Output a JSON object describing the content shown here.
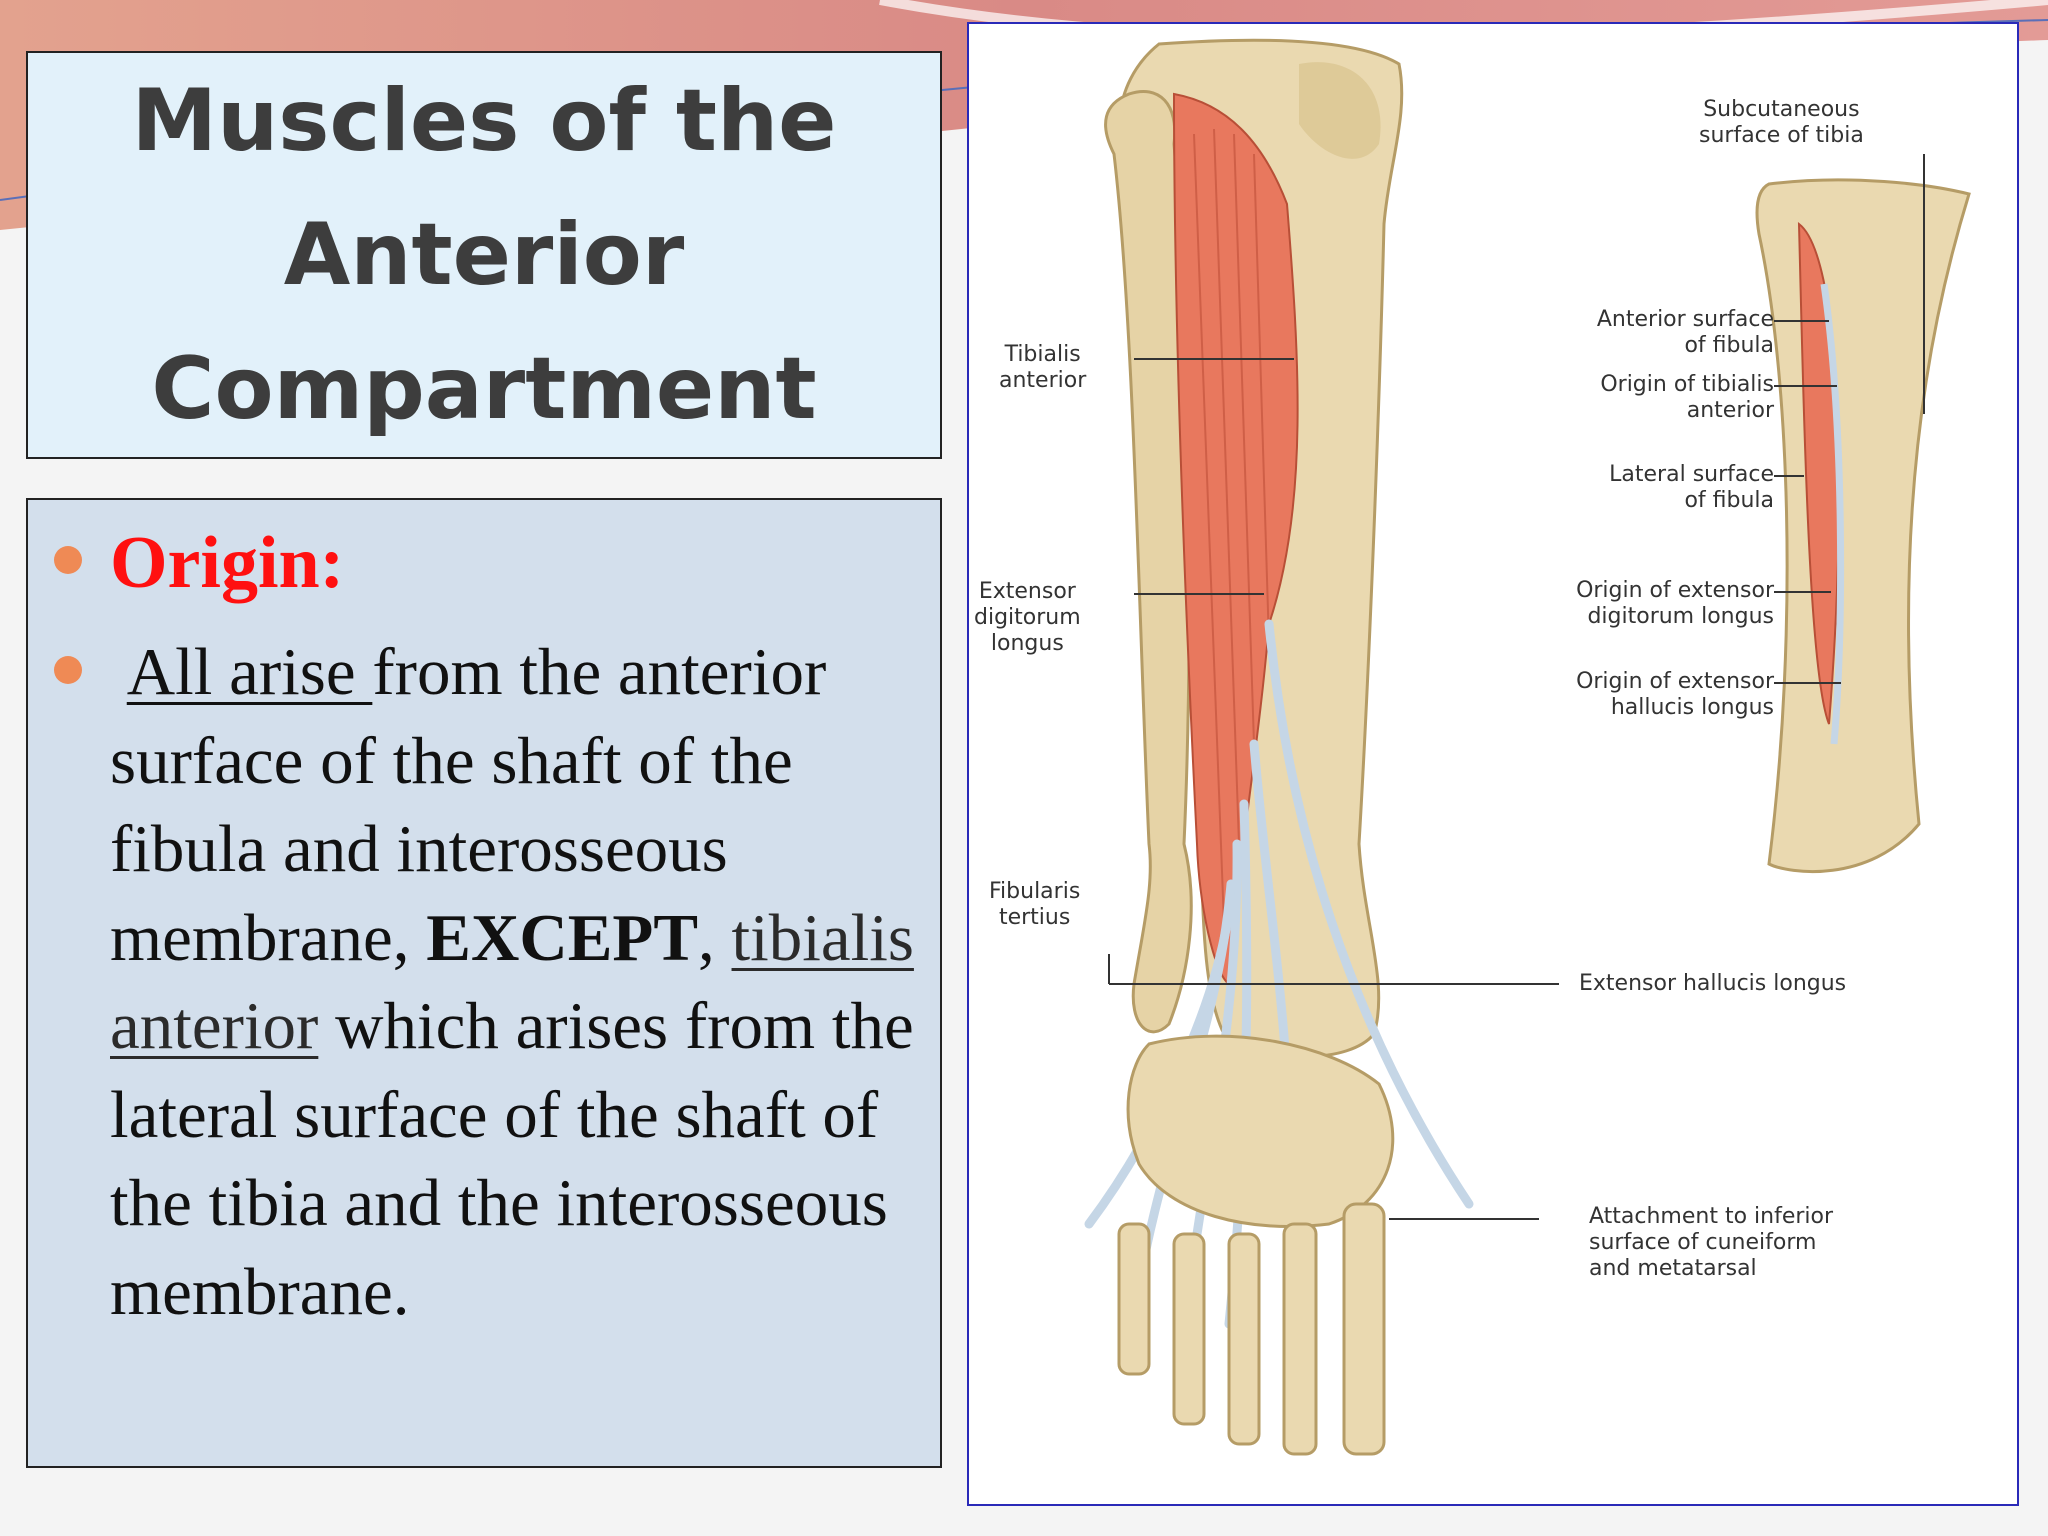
{
  "title": {
    "line1": "Muscles of the",
    "line2": "Anterior",
    "line3": "Compartment"
  },
  "content": {
    "heading": "Origin:",
    "para_lead_underlined": "All arise ",
    "para_part1": "from the anterior surface of the shaft of the fibula and interosseous membrane, ",
    "para_except": "EXCEPT",
    "para_comma": ", ",
    "para_tibialis": "tibialis anterior",
    "para_part2": " which arises from the lateral surface of the shaft of the tibia and the interosseous membrane."
  },
  "illustration": {
    "labels": {
      "tibialis_anterior": "Tibialis\nanterior",
      "extensor_digitorum_longus": "Extensor\ndigitorum\nlongus",
      "fibularis_tertius": "Fibularis\ntertius",
      "subcutaneous_surface": "Subcutaneous\nsurface of tibia",
      "anterior_surface_fibula": "Anterior surface\nof fibula",
      "origin_tibialis_anterior": "Origin of tibialis\nanterior",
      "lateral_surface_fibula": "Lateral surface\nof fibula",
      "origin_extensor_digitorum": "Origin of extensor\ndigitorum longus",
      "origin_extensor_hallucis": "Origin of extensor\nhallucis longus",
      "extensor_hallucis_longus": "Extensor hallucis longus",
      "attachment": "Attachment to inferior\nsurface of cuneiform\nand metatarsal"
    }
  },
  "colors": {
    "title_bg": "#e2f1fa",
    "content_bg": "#d3dfec",
    "heading_red": "#ff1010",
    "bullet_orange": "#ef8a55",
    "muscle": "#e8785e",
    "bone": "#ead9b0",
    "tendon": "#c5d6e6"
  }
}
